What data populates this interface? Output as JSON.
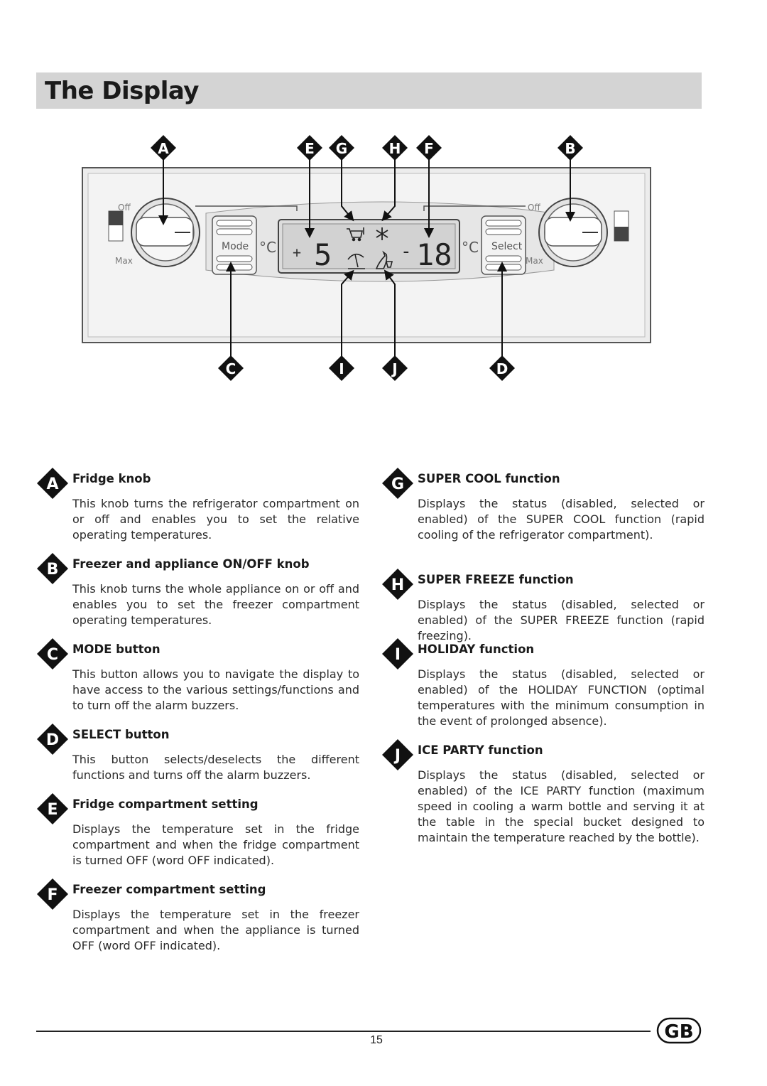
{
  "page_title": "The Display",
  "display_panel": {
    "off_label": "Off",
    "max_label": "Max",
    "mode_label": "Mode",
    "select_label": "Select",
    "degree_unit": "°C",
    "fridge_sign": "+",
    "fridge_temp": "5",
    "freezer_sign": "-",
    "freezer_temp": "18",
    "callouts_top": [
      "A",
      "E",
      "G",
      "H",
      "F",
      "B"
    ],
    "callouts_bottom": [
      "C",
      "I",
      "J",
      "D"
    ]
  },
  "left_items": [
    {
      "letter": "A",
      "heading": "Fridge knob",
      "text": "This knob turns the refrigerator compartment on or off and enables you to set the relative operating temperatures."
    },
    {
      "letter": "B",
      "heading": "Freezer and appliance ON/OFF knob",
      "text": "This knob turns the whole appliance on or off and enables you to set the freezer compartment operating temperatures."
    },
    {
      "letter": "C",
      "heading": "MODE button",
      "text": "This button allows you to navigate the display to have access to the various settings/functions and to turn off the alarm buzzers."
    },
    {
      "letter": "D",
      "heading": "SELECT button",
      "text": "This button selects/deselects the different functions and turns off the alarm buzzers."
    },
    {
      "letter": "E",
      "heading": "Fridge compartment setting",
      "text": "Displays the temperature set in the fridge compartment and when the fridge compartment is turned OFF (word OFF indicated)."
    },
    {
      "letter": "F",
      "heading": "Freezer compartment setting",
      "text": "Displays the temperature set in the freezer compartment and when the appliance is turned OFF (word OFF indicated)."
    }
  ],
  "right_items": [
    {
      "letter": "G",
      "heading": "SUPER COOL function",
      "text": "Displays the status (disabled, selected or enabled) of the SUPER COOL function (rapid cooling of the refrigerator compartment)."
    },
    {
      "letter": "H",
      "heading": "SUPER FREEZE function",
      "text": "Displays the status (disabled, selected or enabled) of the SUPER FREEZE function (rapid freezing)."
    },
    {
      "letter": "I",
      "heading": "HOLIDAY function",
      "text": "Displays the status (disabled, selected or enabled) of the HOLIDAY FUNCTION (optimal temperatures with the minimum consumption in the event of prolonged absence)."
    },
    {
      "letter": "J",
      "heading": "ICE PARTY function",
      "text": "Displays the status (disabled, selected or enabled) of the ICE PARTY function (maximum speed in cooling a warm bottle and serving it at the table in the special bucket designed to maintain the temperature reached by the bottle)."
    }
  ],
  "footer": {
    "page_number": "15",
    "country_badge": "GB"
  }
}
